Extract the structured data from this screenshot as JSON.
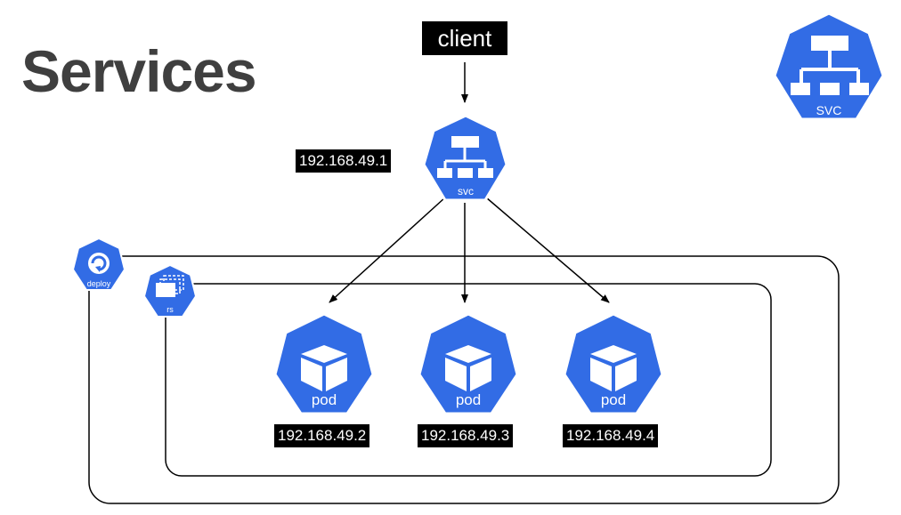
{
  "title": "Services",
  "client": "client",
  "svc_ip": "192.168.49.1",
  "svc_label": "svc",
  "legend_svc_label": "SVC",
  "deploy_label": "deploy",
  "rs_label": "rs",
  "pods": [
    {
      "label": "pod",
      "ip": "192.168.49.2"
    },
    {
      "label": "pod",
      "ip": "192.168.49.3"
    },
    {
      "label": "pod",
      "ip": "192.168.49.4"
    }
  ],
  "colors": {
    "k8s_blue": "#326CE5",
    "icon_white": "#ffffff",
    "title": "#3f3f3f",
    "line": "#000000"
  },
  "icons": {
    "svc": "network-hierarchy-icon",
    "pod": "cube-icon",
    "deploy": "rotate-arrow-icon",
    "rs": "stacked-windows-icon"
  }
}
